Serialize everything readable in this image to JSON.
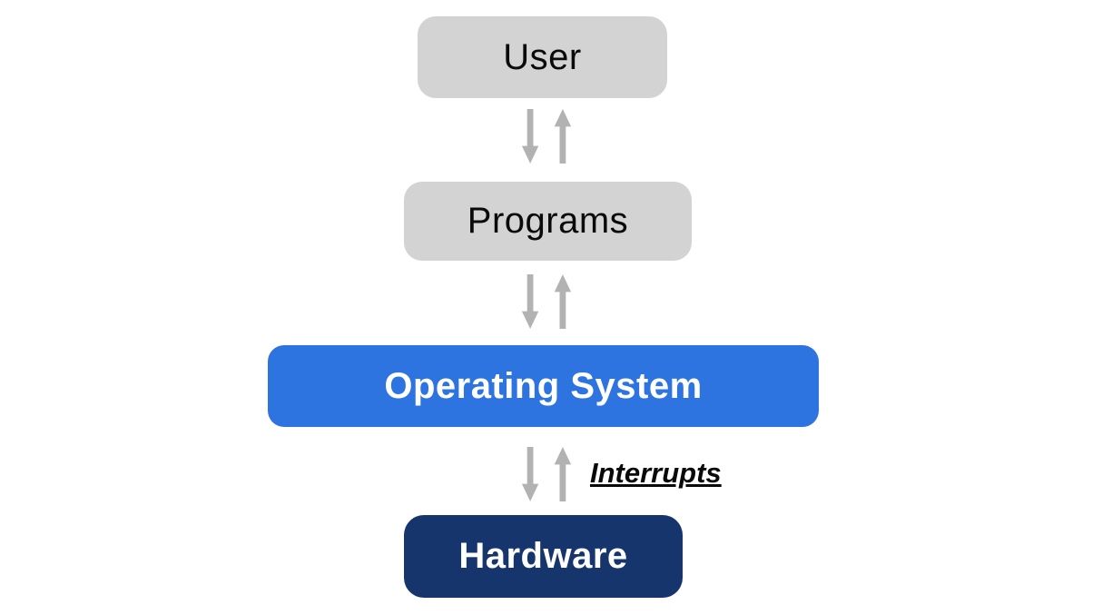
{
  "diagram": {
    "description": "Operating system layered architecture diagram",
    "nodes": [
      {
        "id": "user",
        "label": "User",
        "style": "gray"
      },
      {
        "id": "programs",
        "label": "Programs",
        "style": "gray"
      },
      {
        "id": "os",
        "label": "Operating System",
        "style": "blue"
      },
      {
        "id": "hardware",
        "label": "Hardware",
        "style": "navy"
      }
    ],
    "edges": [
      {
        "from": "user",
        "to": "programs",
        "bidirectional": true,
        "label": ""
      },
      {
        "from": "programs",
        "to": "os",
        "bidirectional": true,
        "label": ""
      },
      {
        "from": "os",
        "to": "hardware",
        "bidirectional": true,
        "label": "Interrupts"
      }
    ],
    "interrupts_label": "Interrupts"
  },
  "colors": {
    "background": "#ffffff",
    "box-gray": "#d3d3d3",
    "box-blue": "#2e74e0",
    "box-navy": "#17356d",
    "arrow": "#b2b2b2",
    "text-dark": "#0a0a0a",
    "text-light": "#ffffff"
  }
}
